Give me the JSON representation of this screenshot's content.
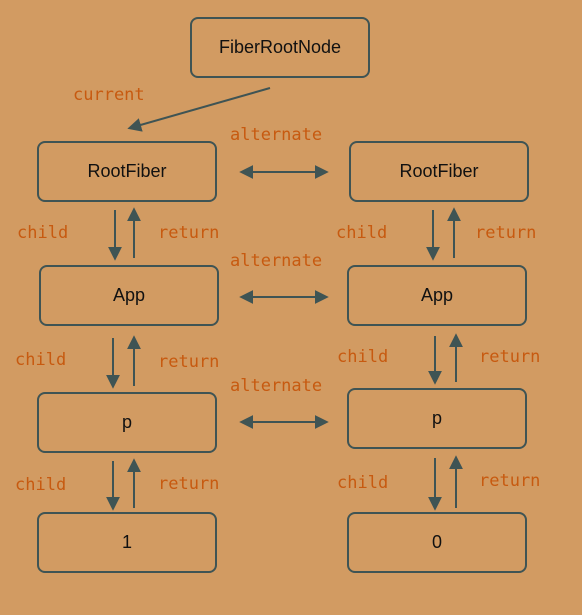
{
  "colors": {
    "background": "#d29b62",
    "node_border": "#3f5454",
    "arrow": "#3f5454",
    "label": "#c75a10",
    "node_text": "#111111"
  },
  "nodes": {
    "fiber_root": "FiberRootNode",
    "current_root": "RootFiber",
    "wip_root": "RootFiber",
    "current_app": "App",
    "wip_app": "App",
    "current_p": "p",
    "wip_p": "p",
    "current_text": "1",
    "wip_text": "0"
  },
  "labels": {
    "current": "current",
    "alternate": "alternate",
    "child": "child",
    "return": "return"
  }
}
